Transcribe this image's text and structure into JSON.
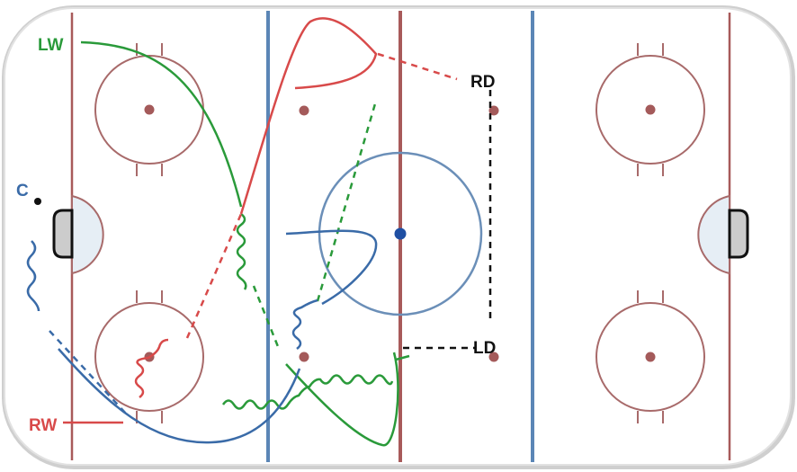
{
  "diagram": {
    "labels": {
      "lw": "LW",
      "c": "C",
      "rw": "RW",
      "rd": "RD",
      "ld": "LD"
    },
    "colors": {
      "red_line": "#a85a5a",
      "blue_line": "#5b86b6",
      "circle": "#a86a6a",
      "faceoff_dot": "#a45a5a",
      "center_dot": "#1f4fa3",
      "center_circle": "#6b8fb8",
      "crease_fill": "#e6eef5",
      "goal_fill": "#cccccc",
      "lw_path": "#2a9a3a",
      "c_path": "#3a6ba8",
      "rw_path": "#d84a4a",
      "defense_path": "#111111",
      "board": "#d8d8d8"
    }
  }
}
